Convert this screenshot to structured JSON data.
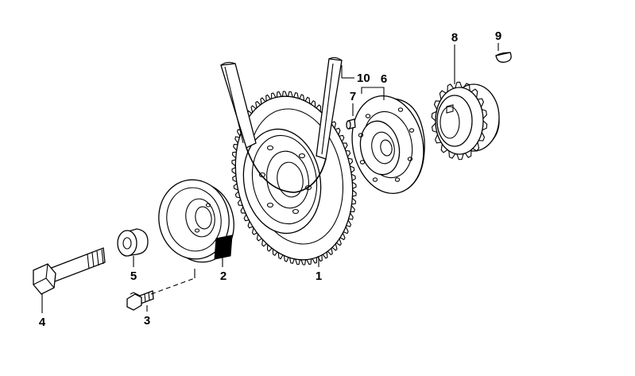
{
  "diagram": {
    "parts": [
      {
        "id": "part-1",
        "label": "1"
      },
      {
        "id": "part-2",
        "label": "2"
      },
      {
        "id": "part-3",
        "label": "3"
      },
      {
        "id": "part-4",
        "label": "4"
      },
      {
        "id": "part-5",
        "label": "5"
      },
      {
        "id": "part-6",
        "label": "6"
      },
      {
        "id": "part-7",
        "label": "7"
      },
      {
        "id": "part-8",
        "label": "8"
      },
      {
        "id": "part-9",
        "label": "9"
      },
      {
        "id": "part-10",
        "label": "10"
      }
    ],
    "colors": {
      "ink": "#000000",
      "paper": "#ffffff"
    }
  }
}
